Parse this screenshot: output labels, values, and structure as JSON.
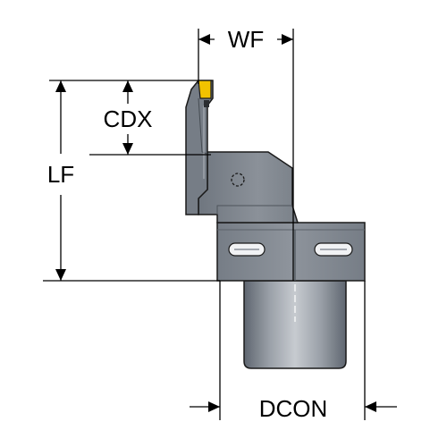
{
  "dimensions": {
    "wf": "WF",
    "cdx": "CDX",
    "lf": "LF",
    "dcon": "DCON"
  },
  "colors": {
    "body_dark": "#6b7280",
    "body_mid": "#8a9099",
    "body_light": "#b3b8bf",
    "insert": "#f2c200",
    "outline": "#1a1a1a",
    "line": "#000000"
  }
}
